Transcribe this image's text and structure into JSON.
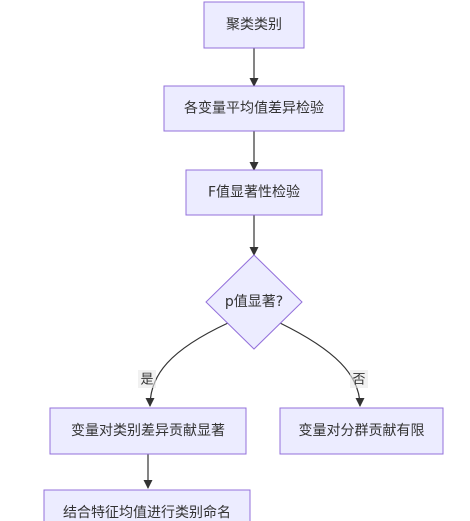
{
  "diagram": {
    "nodes": {
      "cluster_category": "聚类类别",
      "mean_diff_test": "各变量平均值差异检验",
      "f_significance_test": "F值显著性检验",
      "p_significant": "p值显著?",
      "significant_contribution": "变量对类别差异贡献显著",
      "limited_contribution": "变量对分群贡献有限",
      "name_categories": "结合特征均值进行类别命名"
    },
    "edges": {
      "yes_label": "是",
      "no_label": "否"
    }
  }
}
